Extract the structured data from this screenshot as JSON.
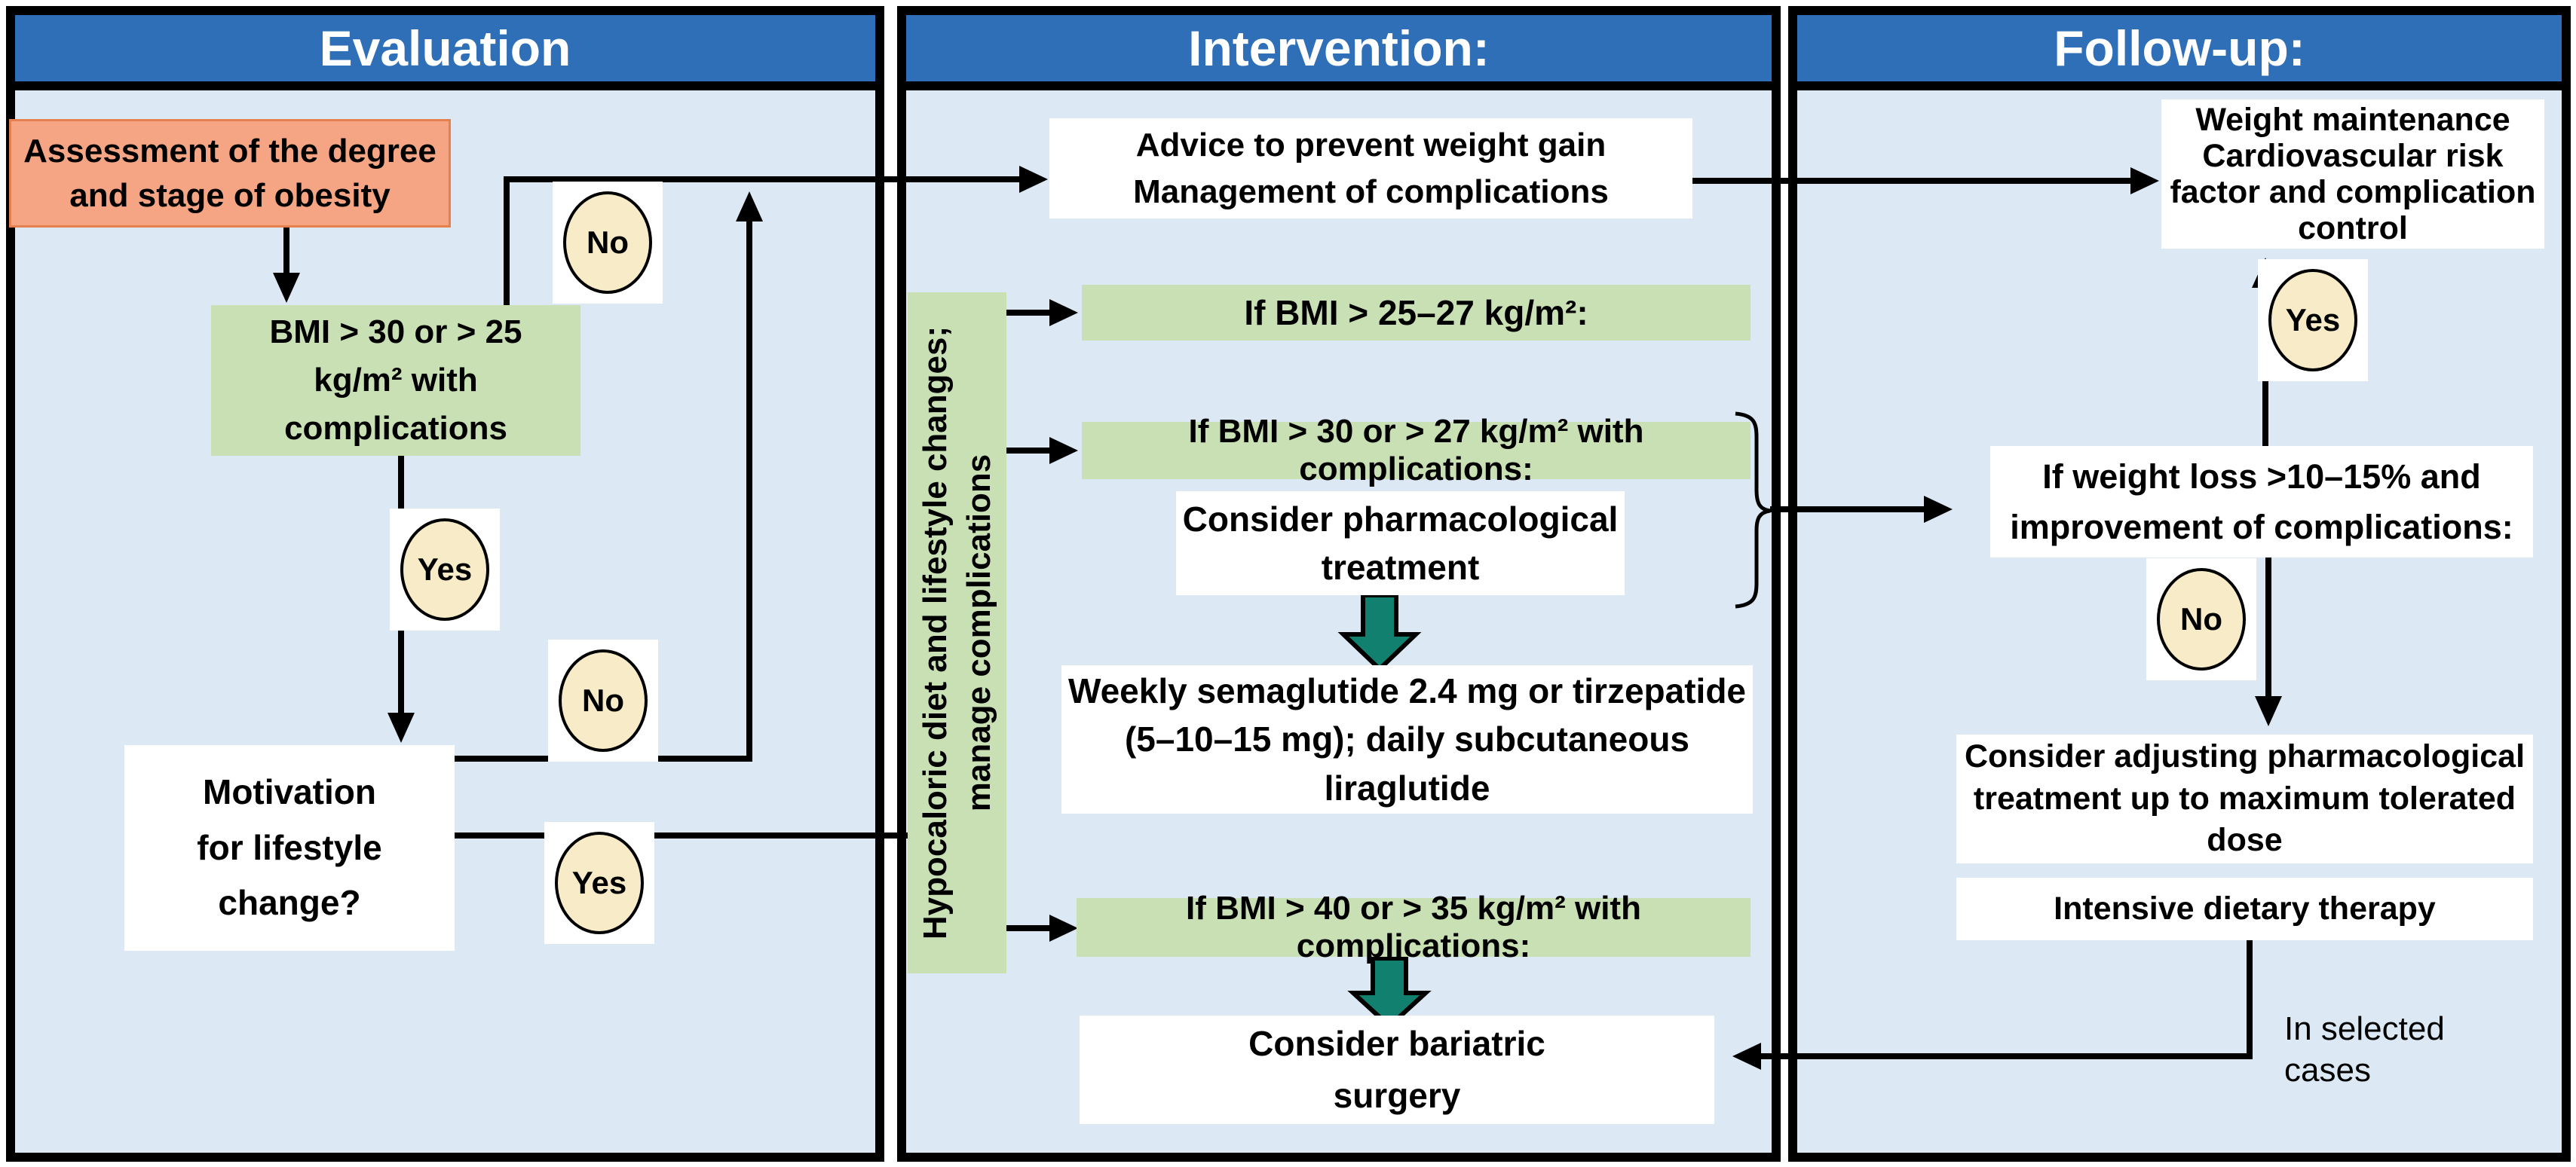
{
  "headers": {
    "evaluation": "Evaluation",
    "intervention": "Intervention:",
    "followup": "Follow-up:"
  },
  "decisions": {
    "yes": "Yes",
    "no": "No"
  },
  "evaluation": {
    "assessment": "Assessment of the degree\nand stage of obesity",
    "bmi_criteria": "BMI > 30 or > 25\nkg/m² with\ncomplications",
    "motivation": "Motivation\nfor lifestyle\nchange?"
  },
  "intervention": {
    "advice": "Advice to prevent weight gain\nManagement of complications",
    "lifestyle_sidebar": "Hypocaloric diet and lifestyle changes;\nmanage complications",
    "bmi_25_27": "If BMI > 25–27 kg/m²:",
    "bmi_30_27": "If BMI > 30 or > 27 kg/m² with complications:",
    "pharmacological": "Consider pharmacological\ntreatment",
    "drug_options": "Weekly semaglutide 2.4 mg or tirzepatide\n(5–10–15 mg); daily subcutaneous\nliraglutide",
    "bmi_40_35": "If BMI > 40 or > 35 kg/m² with complications:",
    "bariatric": "Consider bariatric\nsurgery"
  },
  "followup": {
    "maintenance": "Weight maintenance\nCardiovascular risk\nfactor and complication\ncontrol",
    "weight_loss": "If weight loss >10–15% and\nimprovement of complications:",
    "adjust_treatment": "Consider adjusting pharmacological\ntreatment up to maximum tolerated\ndose",
    "dietary": "Intensive dietary therapy",
    "selected_cases": "In selected\ncases"
  },
  "colors": {
    "header-blue": "#2e6fb7",
    "panel-bg": "#dce9f5",
    "green": "#c9e0b5",
    "salmon": "#f5a583",
    "salmon-border": "#e5804f",
    "cream": "#f8ecc8",
    "teal": "#12806f",
    "line": "#000000"
  }
}
